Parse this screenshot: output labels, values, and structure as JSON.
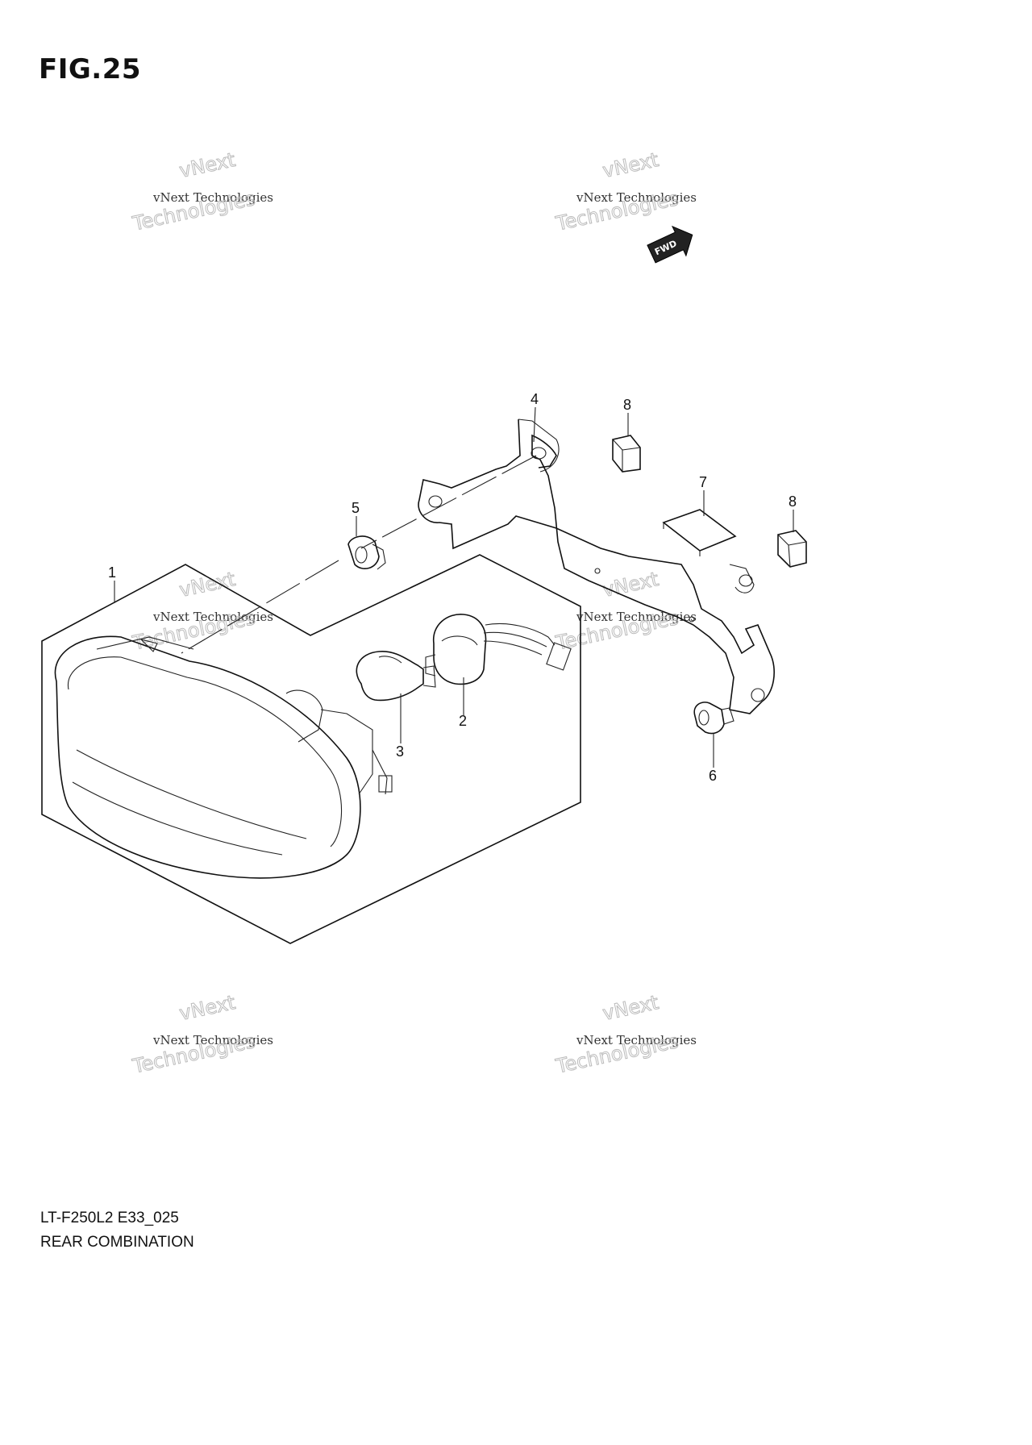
{
  "figure": {
    "title": "FIG.25",
    "model_code": "LT-F250L2 E33_025",
    "name": "REAR COMBINATION"
  },
  "watermarks": [
    {
      "line1": "vNext",
      "line2": "vNext Technologies",
      "line3": "Technologies"
    },
    {
      "line1": "vNext",
      "line2": "vNext Technologies",
      "line3": "Technologies"
    },
    {
      "line1": "vNext",
      "line2": "vNext Technologies",
      "line3": "Technologies"
    },
    {
      "line1": "vNext",
      "line2": "vNext Technologies",
      "line3": "Technologies"
    },
    {
      "line1": "vNext",
      "line2": "vNext Technologies",
      "line3": "Technologies"
    },
    {
      "line1": "vNext",
      "line2": "vNext Technologies",
      "line3": "Technologies"
    }
  ],
  "direction_badge": "FWD",
  "callouts": [
    "1",
    "2",
    "3",
    "4",
    "5",
    "6",
    "7",
    "8",
    "8"
  ]
}
